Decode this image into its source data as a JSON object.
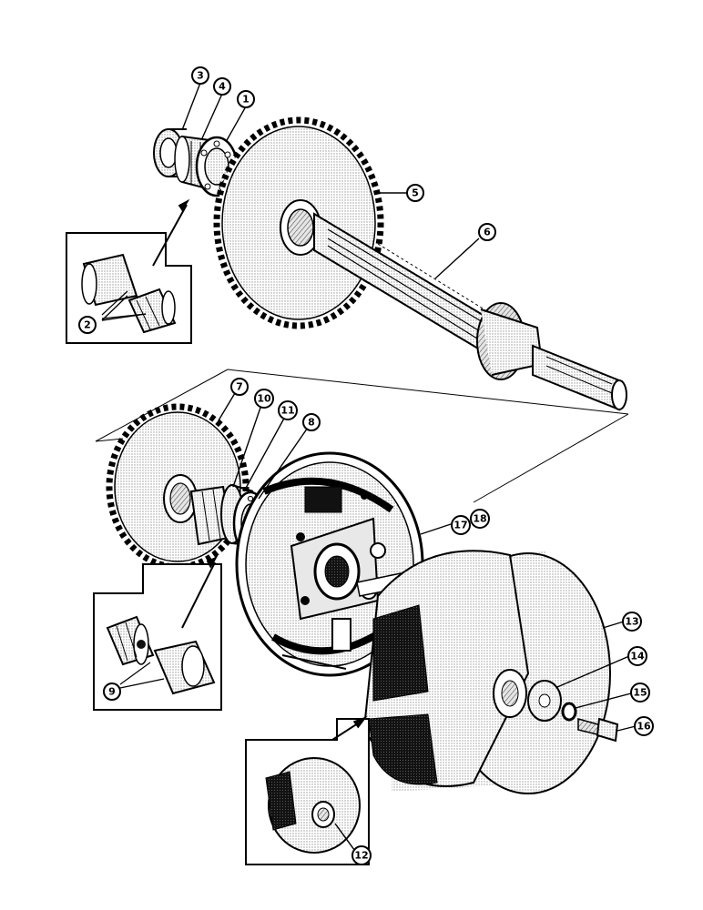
{
  "figure": {
    "ink_color": "#000000",
    "background_color": "#ffffff",
    "shade_color": "#c9c9c9",
    "dark_shade_color": "#222222"
  },
  "callouts": [
    {
      "id": "c1",
      "label": "1"
    },
    {
      "id": "c2",
      "label": "2"
    },
    {
      "id": "c3",
      "label": "3"
    },
    {
      "id": "c4",
      "label": "4"
    },
    {
      "id": "c5",
      "label": "5"
    },
    {
      "id": "c6",
      "label": "6"
    },
    {
      "id": "c7",
      "label": "7"
    },
    {
      "id": "c8",
      "label": "8"
    },
    {
      "id": "c9",
      "label": "9"
    },
    {
      "id": "c10",
      "label": "10"
    },
    {
      "id": "c11",
      "label": "11"
    },
    {
      "id": "c12",
      "label": "12"
    },
    {
      "id": "c13",
      "label": "13"
    },
    {
      "id": "c14",
      "label": "14"
    },
    {
      "id": "c15",
      "label": "15"
    },
    {
      "id": "c16",
      "label": "16"
    },
    {
      "id": "c17",
      "label": "17"
    },
    {
      "id": "c18",
      "label": "18"
    }
  ]
}
